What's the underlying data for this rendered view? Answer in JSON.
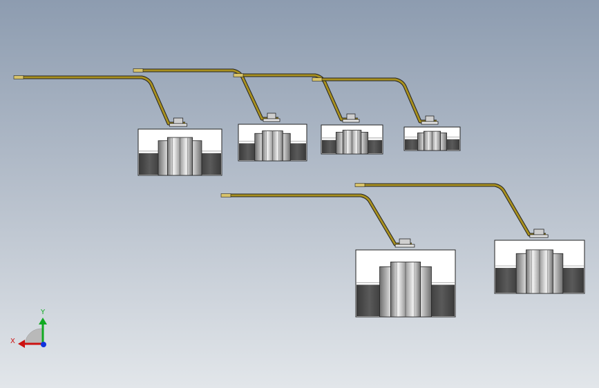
{
  "viewport": {
    "background_top": "#8d9cb0",
    "background_bottom": "#e2e6ea"
  },
  "colors": {
    "handle": "#a8901f",
    "handle_dark": "#6d5c0c",
    "body_white": "#ffffff",
    "body_dark": "#4a4a4a",
    "ball_steel": "#b5b5b5",
    "outline": "#222222",
    "axis_x": "#cc1111",
    "axis_y": "#11aa22",
    "axis_z": "#1133dd"
  },
  "triad": {
    "x_label": "X",
    "y_label": "Y",
    "icon": "coordinate-triad-icon"
  },
  "valves": [
    {
      "id": "valve-1"
    },
    {
      "id": "valve-2"
    },
    {
      "id": "valve-3"
    },
    {
      "id": "valve-4"
    },
    {
      "id": "valve-5"
    },
    {
      "id": "valve-6"
    }
  ]
}
